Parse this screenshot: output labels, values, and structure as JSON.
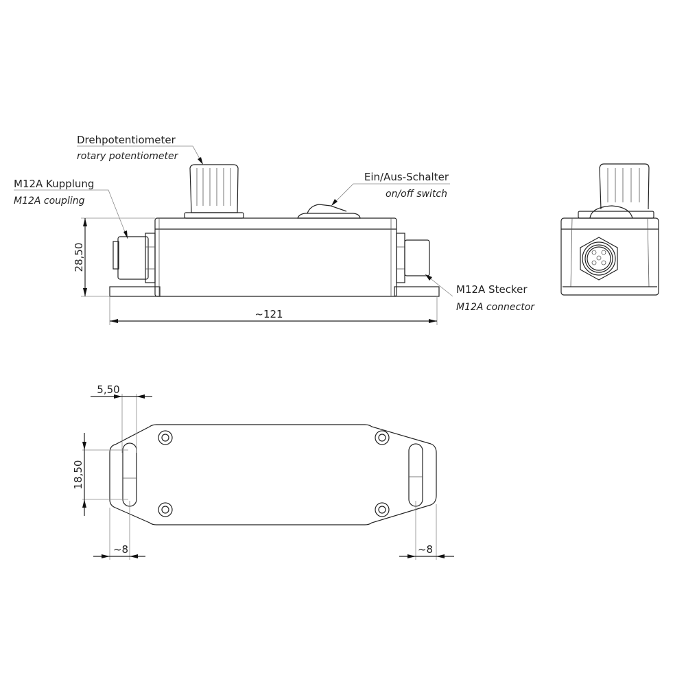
{
  "labels": {
    "potentiometer_de": "Drehpotentiometer",
    "potentiometer_en": "rotary potentiometer",
    "coupling_de": "M12A Kupplung",
    "coupling_en": "M12A coupling",
    "switch_de": "Ein/Aus-Schalter",
    "switch_en": "on/off switch",
    "connector_de": "M12A Stecker",
    "connector_en": "M12A connector"
  },
  "dimensions": {
    "height": "28,50",
    "length": "~121",
    "slot_width": "5,50",
    "slot_length": "18,50",
    "slot_offset_left": "~8",
    "slot_offset_right": "~8"
  }
}
